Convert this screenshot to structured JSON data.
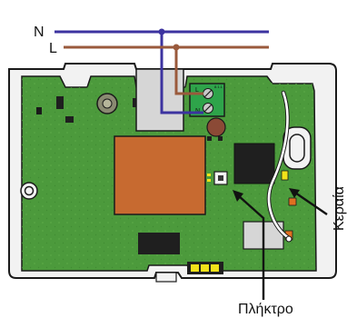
{
  "wires": {
    "neutral": {
      "label": "N",
      "color": "#3c33a0"
    },
    "line": {
      "label": "L",
      "color": "#9a5a3c"
    }
  },
  "callouts": {
    "antenna": "Κεραία",
    "button": "Πλήκτρο"
  },
  "terminal_block": {
    "label_top": "L",
    "label_bottom": "N",
    "text": "8.1.1"
  },
  "colors": {
    "housing": "#f2f2f2",
    "pcb": "#4c9a3c",
    "transformer": "#c76a30",
    "terminal": "#2ea44a",
    "chip": "#1f1f1f",
    "relay": "#d6d6d6",
    "antenna_wire": "#ffffff",
    "capacitor": "#8b4a36",
    "led": "#f2e21a"
  }
}
